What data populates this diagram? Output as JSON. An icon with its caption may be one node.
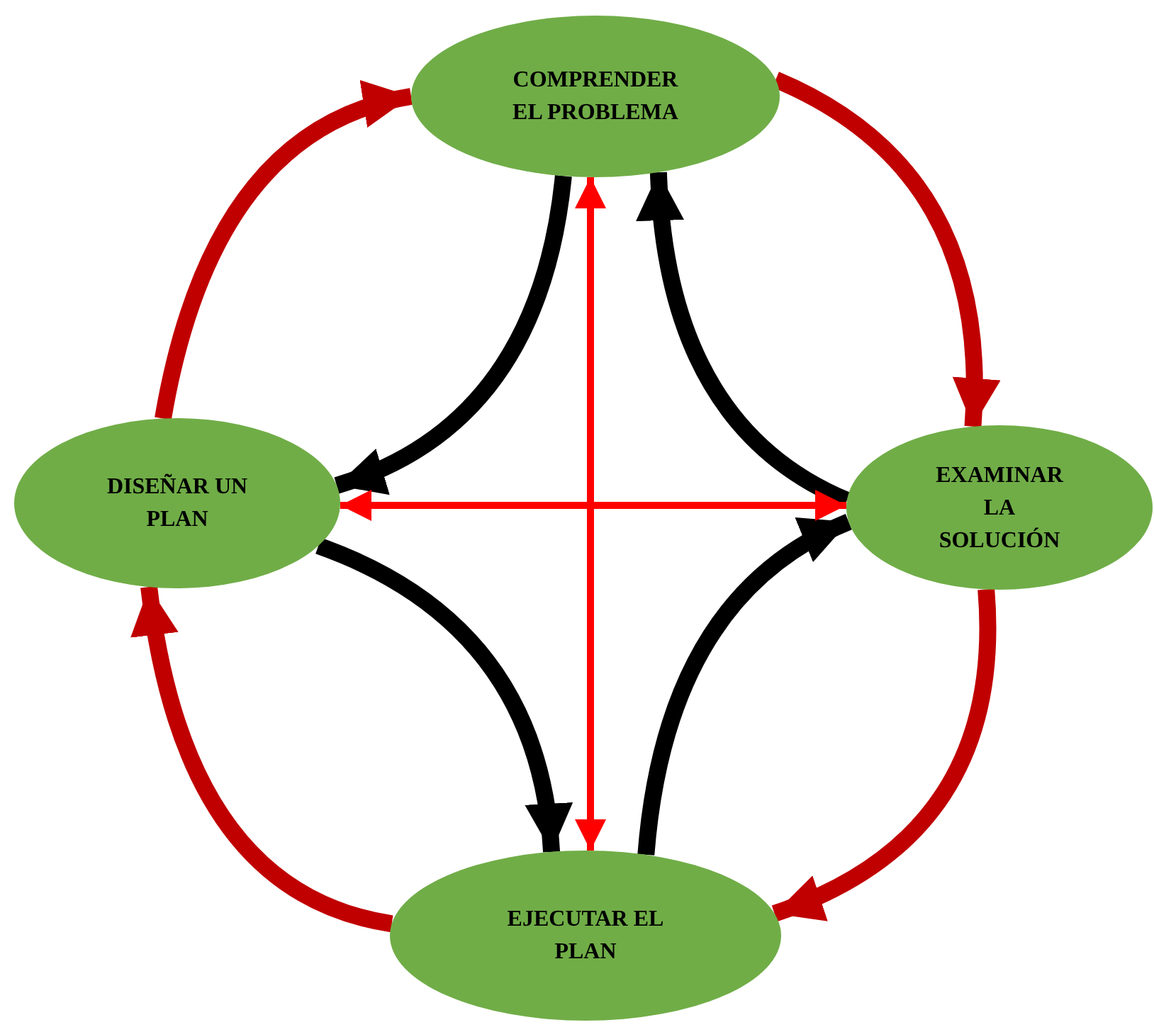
{
  "diagram": {
    "nodes": [
      {
        "text": [
          "COMPRENDER EL PROBLEMA"
        ]
      },
      {
        "text": [
          "DISEÑAR UN PLAN"
        ]
      },
      {
        "text": [
          "EXAMINAR LA SOLUCIÓN"
        ]
      },
      {
        "text": [
          "EJECUTAR EL PLAN"
        ]
      }
    ],
    "edges": [
      {
        "from": 1,
        "to": 0,
        "arrow": "to"
      },
      {
        "from": 0,
        "to": 2,
        "arrow": "to"
      },
      {
        "from": 2,
        "to": 3,
        "arrow": "to"
      },
      {
        "from": 3,
        "to": 1,
        "arrow": "to"
      },
      {
        "from": 0,
        "to": 1,
        "arrow": "to",
        "color": "#000000"
      },
      {
        "from": 2,
        "to": 0,
        "arrow": "to",
        "color": "#000000"
      },
      {
        "from": 1,
        "to": 3,
        "arrow": "to",
        "color": "#000000"
      },
      {
        "from": 3,
        "to": 2,
        "arrow": "to",
        "color": "#000000"
      },
      {
        "from": 0,
        "to": 3,
        "arrow": "both",
        "color": "#ff0000"
      },
      {
        "from": 1,
        "to": 2,
        "arrow": "both",
        "color": "#ff0000"
      }
    ]
  }
}
